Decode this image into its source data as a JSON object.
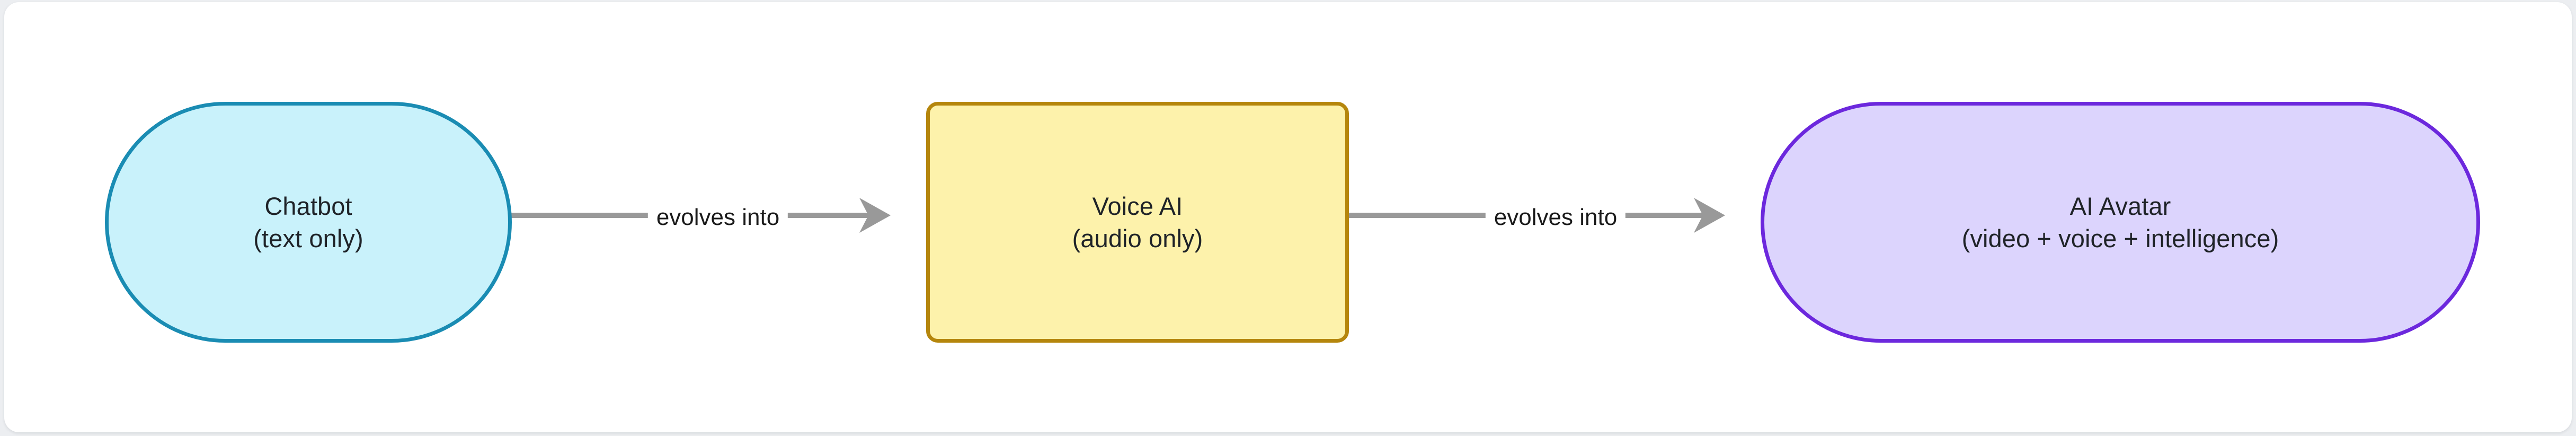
{
  "diagram": {
    "type": "flowchart",
    "direction": "left-to-right",
    "background_color": "#ffffff",
    "canvas_color": "#eceef1",
    "nodes": [
      {
        "id": "chatbot",
        "shape": "stadium",
        "title": "Chatbot",
        "subtitle": "(text only)",
        "fill_color": "#c9f2fb",
        "border_color": "#1a8cb3",
        "text_color": "#1f2328"
      },
      {
        "id": "voice-ai",
        "shape": "rounded-rectangle",
        "title": "Voice AI",
        "subtitle": "(audio only)",
        "fill_color": "#fdf2ab",
        "border_color": "#b5860c",
        "text_color": "#1f2328"
      },
      {
        "id": "ai-avatar",
        "shape": "stadium",
        "title": "AI Avatar",
        "subtitle": "(video + voice + intelligence)",
        "fill_color": "#dcd4fd",
        "border_color": "#6c28dd",
        "text_color": "#1f2328"
      }
    ],
    "edges": [
      {
        "id": "edge-1",
        "from": "chatbot",
        "to": "voice-ai",
        "label": "evolves into",
        "line_color": "#999999",
        "arrow": "arrow-right-icon"
      },
      {
        "id": "edge-2",
        "from": "voice-ai",
        "to": "ai-avatar",
        "label": "evolves into",
        "line_color": "#999999",
        "arrow": "arrow-right-icon"
      }
    ]
  }
}
